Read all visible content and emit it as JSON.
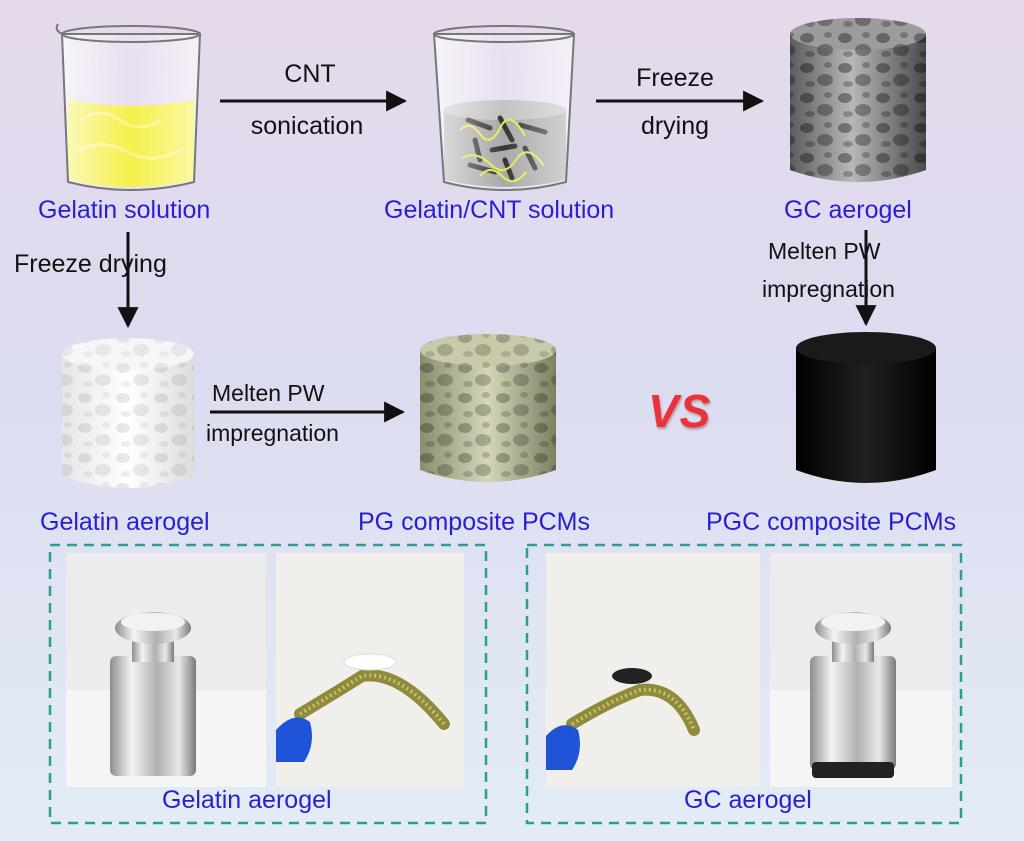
{
  "labels": {
    "gelatin_solution": "Gelatin solution",
    "cnt": "CNT",
    "sonication": "sonication",
    "gelatin_cnt_solution": "Gelatin/CNT solution",
    "freeze": "Freeze",
    "drying": "drying",
    "gc_aerogel": "GC aerogel",
    "freeze_drying": "Freeze drying",
    "melten_pw": "Melten  PW",
    "impregnation": "impregnation",
    "gelatin_aerogel": "Gelatin aerogel",
    "pg_composite": "PG composite PCMs",
    "vs": "VS",
    "pgc_composite": "PGC composite PCMs"
  },
  "photo_captions": {
    "left": "Gelatin aerogel",
    "right": "GC aerogel"
  },
  "colors": {
    "label_blue": "#2a1fd0",
    "vs_red": "#e8333a",
    "dashed_box": "#2aa08a",
    "gelatin_yellow": "#f2ee2a"
  }
}
